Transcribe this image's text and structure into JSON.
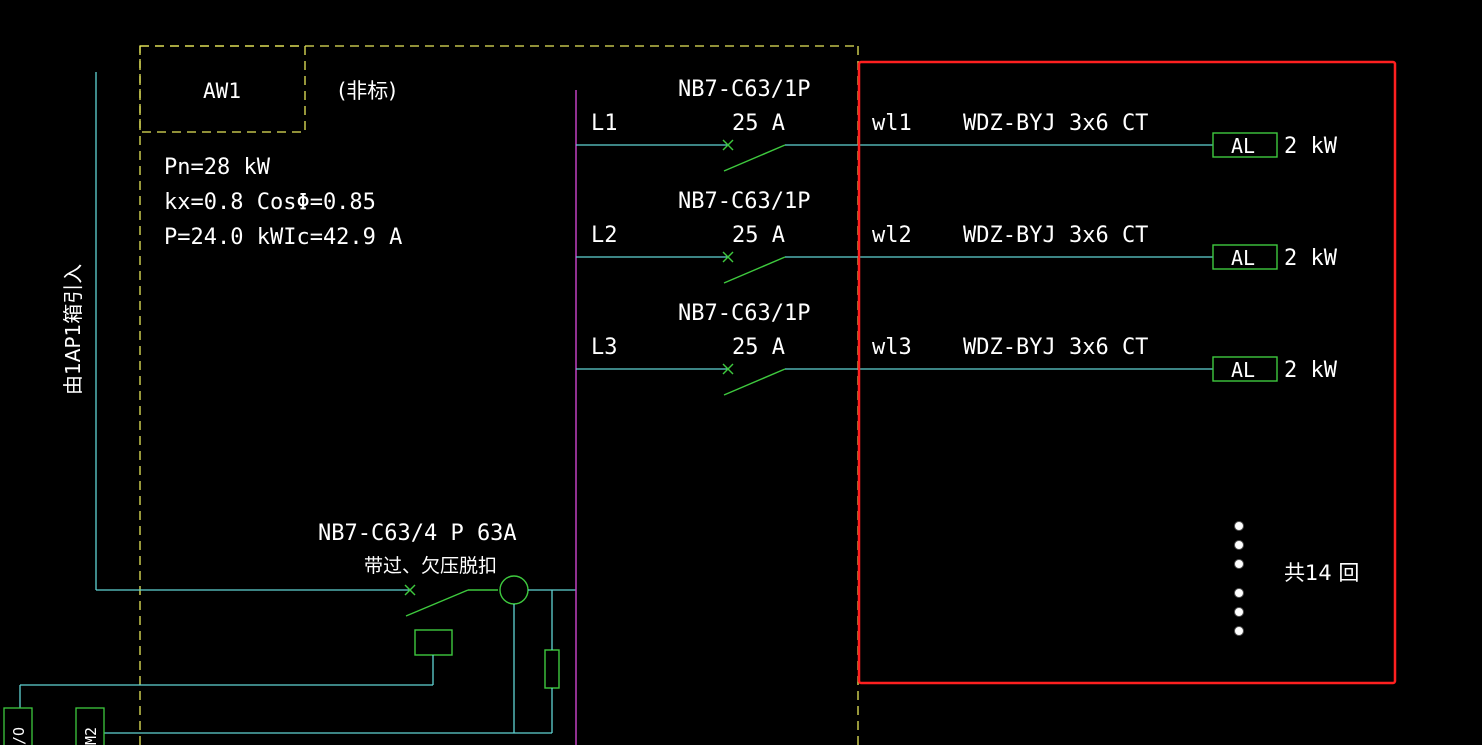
{
  "colors": {
    "background": "#000000",
    "cyan": "#5fd3d3",
    "green": "#3ec93e",
    "magenta": "#c040c0",
    "yellow": "#e6e65a",
    "red": "#ff2020",
    "text": "#ffffff"
  },
  "cabinet": {
    "name": "AW1",
    "note": "(非标)",
    "pn": "Pn=28 kW",
    "kx": "kx=0.8 CosΦ=0.85",
    "p": "P=24.0 kWIc=42.9 A",
    "incoming": "由1AP1箱引入"
  },
  "main_breaker": {
    "model": "NB7-C63/4 P 63A",
    "desc": "带过、欠压脱扣"
  },
  "circuits": [
    {
      "phase": "L1",
      "breaker": "NB7-C63/1P",
      "rating": "25 A",
      "line": "wl1",
      "cable": "WDZ-BYJ 3x6  CT",
      "load": "AL",
      "power": "2 kW"
    },
    {
      "phase": "L2",
      "breaker": "NB7-C63/1P",
      "rating": "25 A",
      "line": "wl2",
      "cable": "WDZ-BYJ 3x6  CT",
      "load": "AL",
      "power": "2 kW"
    },
    {
      "phase": "L3",
      "breaker": "NB7-C63/1P",
      "rating": "25 A",
      "line": "wl3",
      "cable": "WDZ-BYJ 3x6  CT",
      "load": "AL",
      "power": "2 kW"
    }
  ],
  "total": "共14 回",
  "left_edge": {
    "label_a": "/O",
    "label_b": "M2"
  }
}
